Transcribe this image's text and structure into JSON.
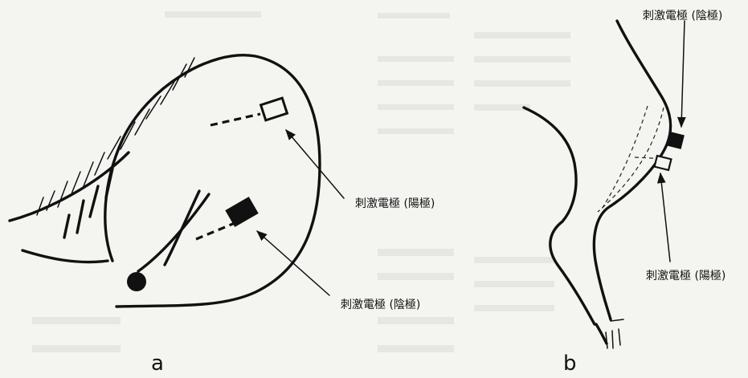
{
  "figure_a": {
    "panel_label": "a",
    "anode_label": "刺激電極 (陽極)",
    "cathode_label": "刺激電極 (陰極)"
  },
  "figure_b": {
    "panel_label": "b",
    "cathode_label": "刺激電極 (陰極)",
    "anode_label": "刺激電極 (陽極)"
  }
}
